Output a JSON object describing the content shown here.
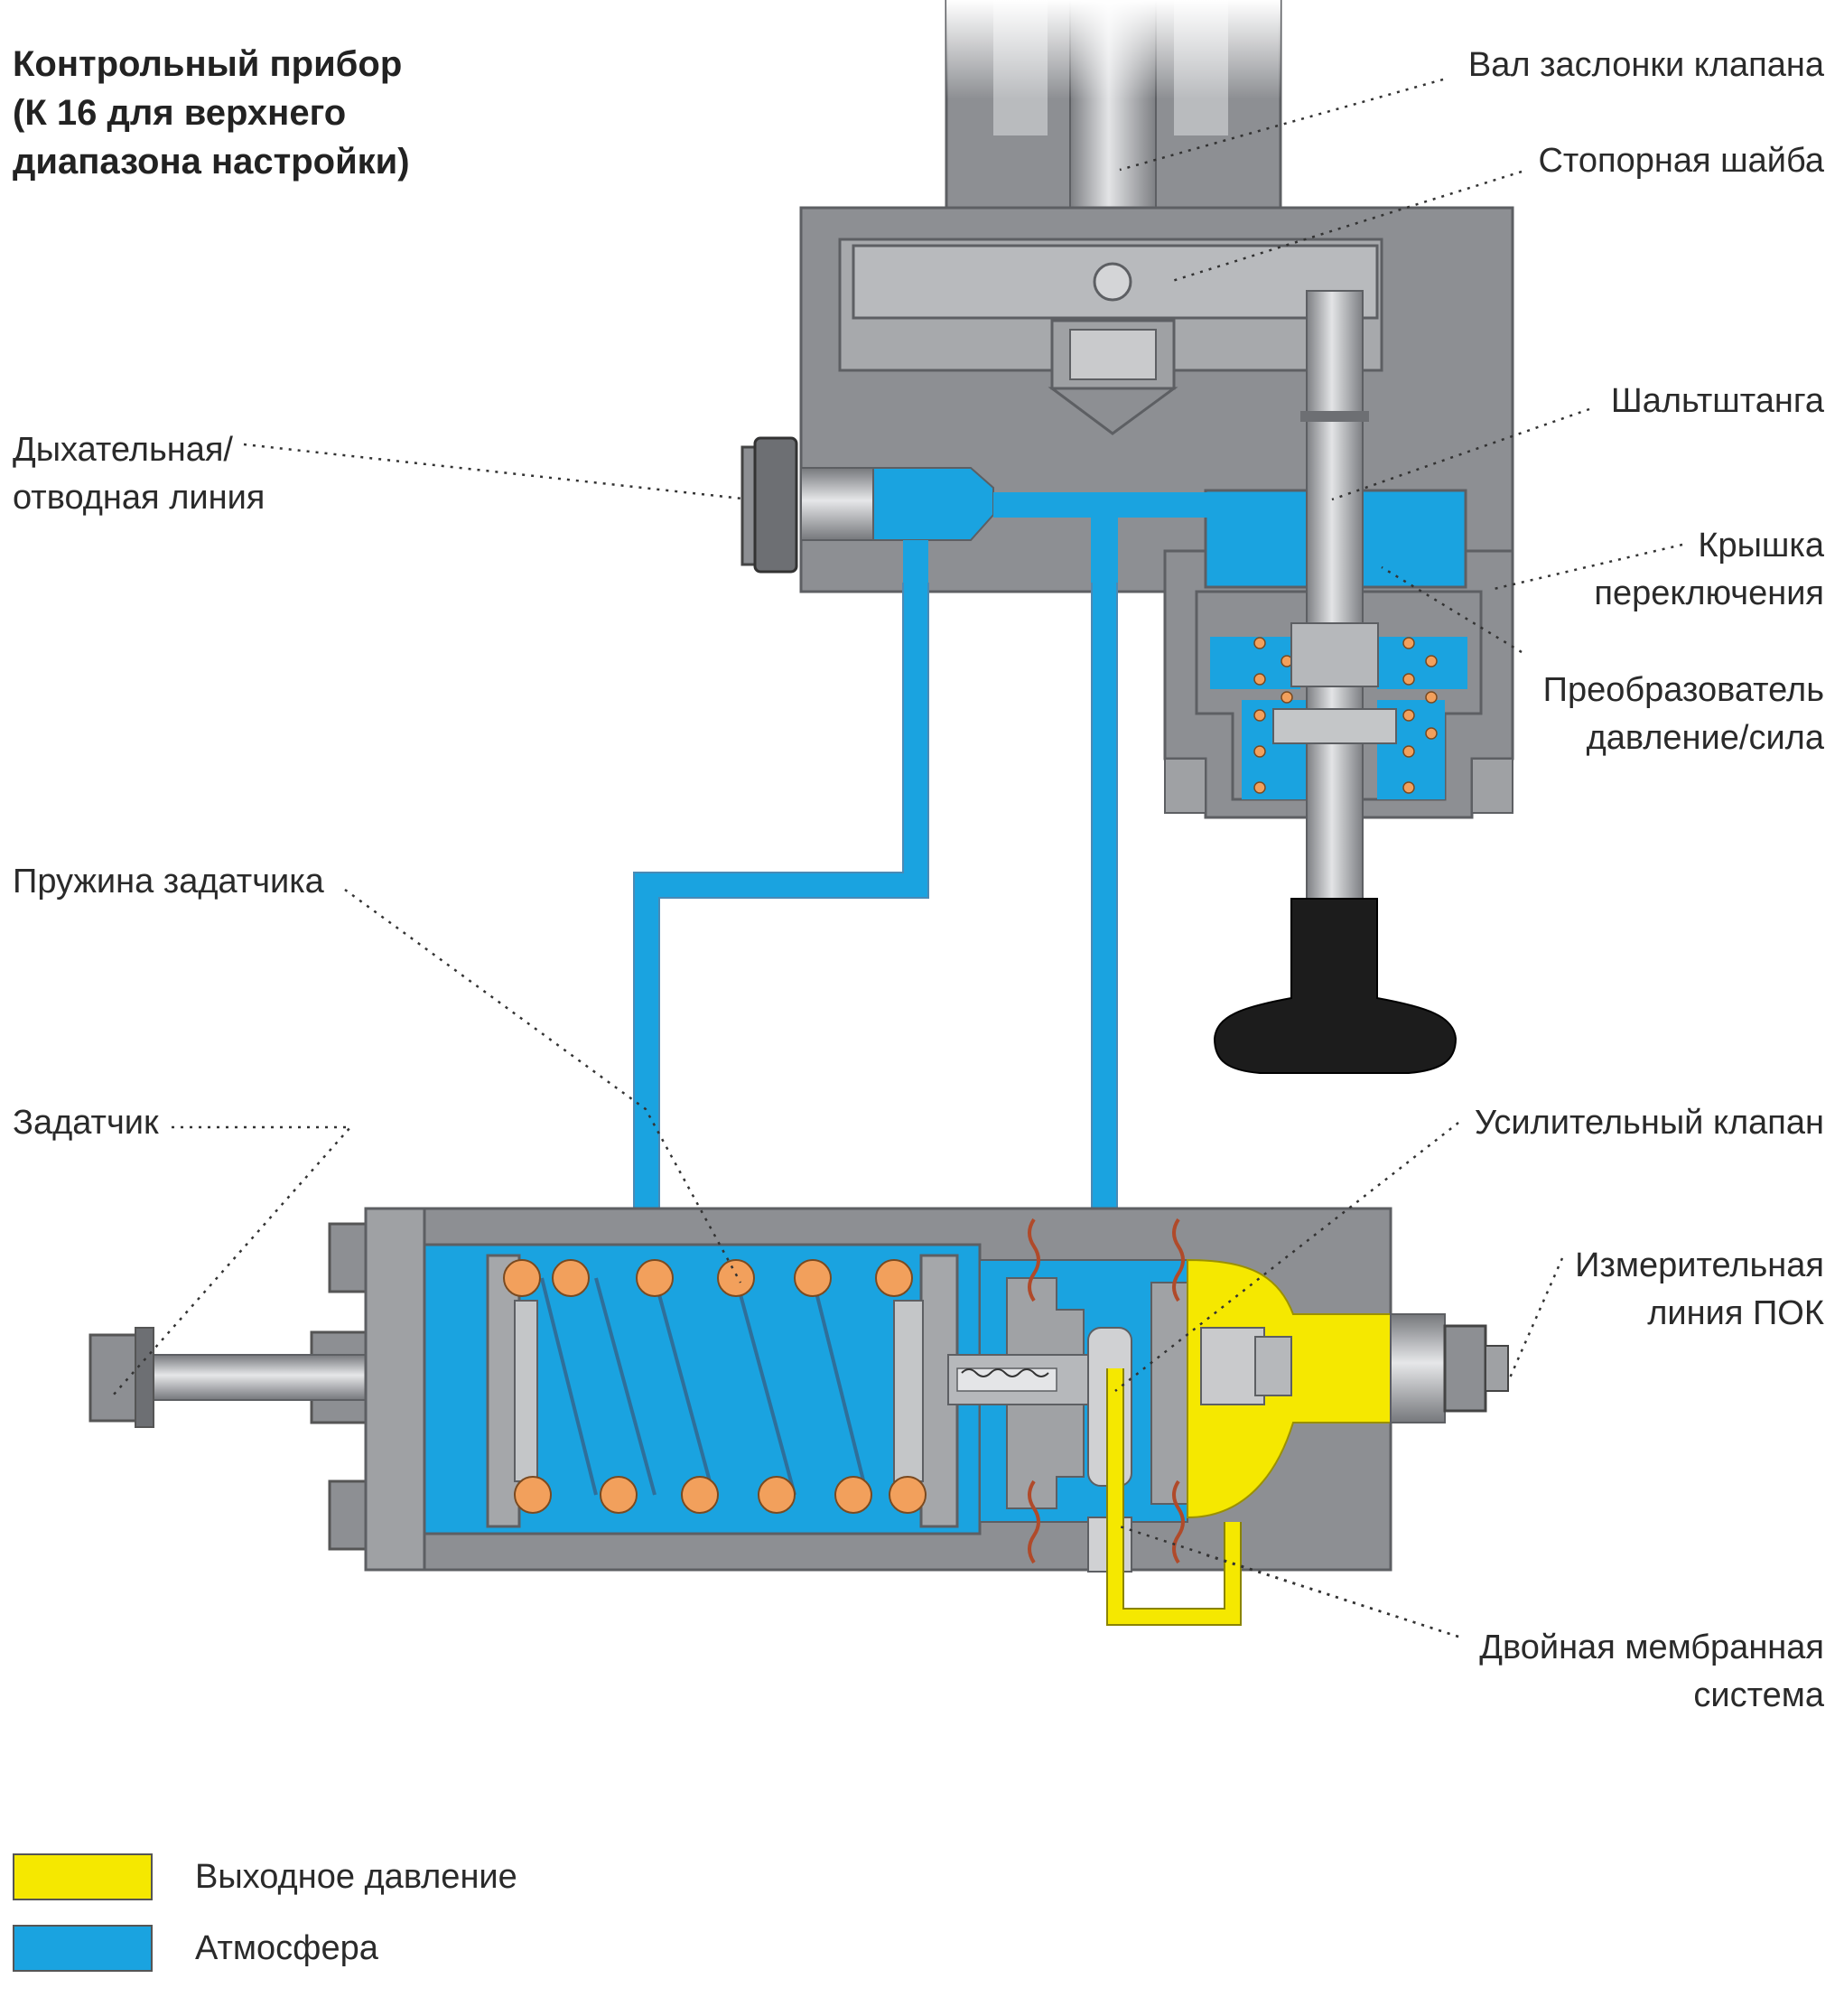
{
  "title_lines": [
    "Контрольный прибор",
    "(К 16 для верхнего",
    "диапазона настройки)"
  ],
  "labels_right": [
    {
      "id": "valve-shaft",
      "lines": [
        "Вал заслонки клапана"
      ]
    },
    {
      "id": "lock-washer",
      "lines": [
        "Стопорная шайба"
      ]
    },
    {
      "id": "switch-rod",
      "lines": [
        "Шальтштанга"
      ]
    },
    {
      "id": "switch-cover",
      "lines": [
        "Крышка",
        "переключения"
      ]
    },
    {
      "id": "pressure-force-converter",
      "lines": [
        "Преобразователь",
        "давление/сила"
      ]
    },
    {
      "id": "booster-valve",
      "lines": [
        "Усилительный клапан"
      ]
    },
    {
      "id": "measuring-line",
      "lines": [
        "Измерительная",
        "линия ПОК"
      ]
    },
    {
      "id": "double-membrane",
      "lines": [
        "Двойная мембранная",
        "система"
      ]
    }
  ],
  "labels_left": [
    {
      "id": "breather-line",
      "lines": [
        "Дыхательная/",
        "отводная линия"
      ]
    },
    {
      "id": "setpoint-spring",
      "lines": [
        "Пружина задатчика"
      ]
    },
    {
      "id": "setpoint-adjuster",
      "lines": [
        "Задатчик"
      ]
    }
  ],
  "legend": [
    {
      "label": "Выходное давление",
      "color": "#f5e800"
    },
    {
      "label": "Атмосфера",
      "color": "#1aa3e0"
    }
  ],
  "colors": {
    "body_gray": "#8d8f93",
    "body_dark": "#6d6f73",
    "atmosphere_blue": "#1aa3e0",
    "output_yellow": "#f5e800",
    "spring_orange": "#f2a05c",
    "handle_black": "#1c1c1c"
  }
}
